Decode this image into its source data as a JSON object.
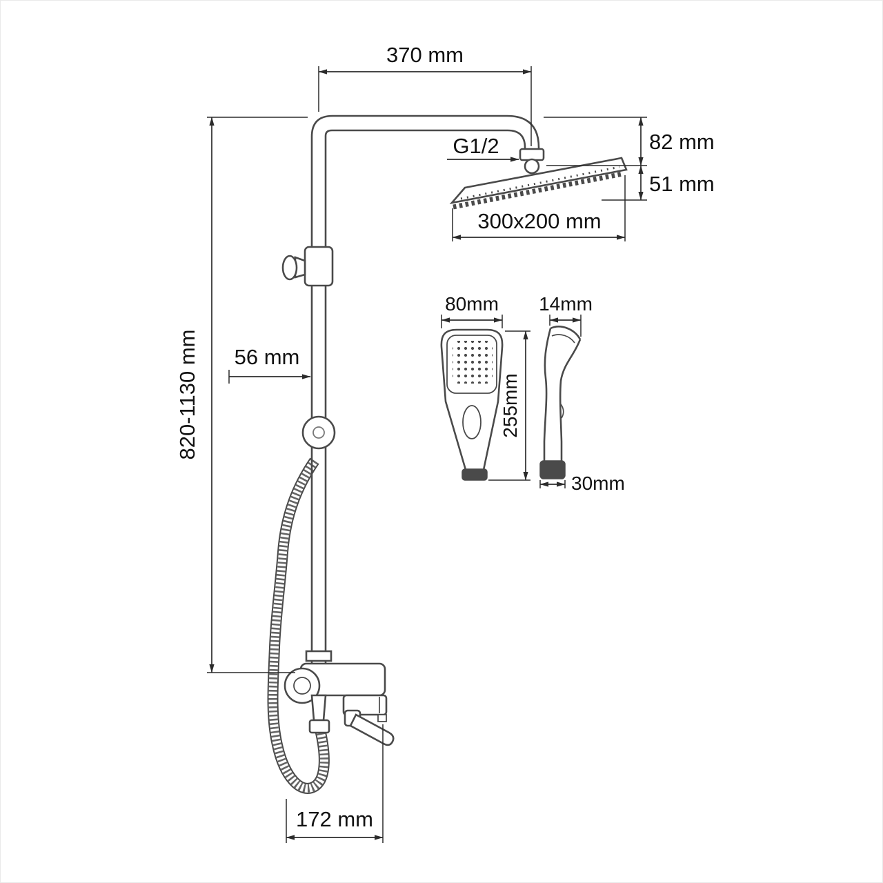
{
  "style": {
    "line_color": "#4a4a4a",
    "dim_color": "#2b2b2b",
    "text_color": "#111111",
    "background": "#ffffff"
  },
  "labels": {
    "arm_width": "370 mm",
    "thread": "G1/2",
    "head_drop": "82 mm",
    "head_thickness": "51 mm",
    "head_size": "300x200 mm",
    "hand_shower_width": "80mm",
    "hand_shower_side_width": "14mm",
    "hand_shower_length": "255mm",
    "hand_shower_bottom": "30mm",
    "bracket_offset": "56 mm",
    "column_height": "820-1130 mm",
    "spout_reach": "172 mm"
  }
}
